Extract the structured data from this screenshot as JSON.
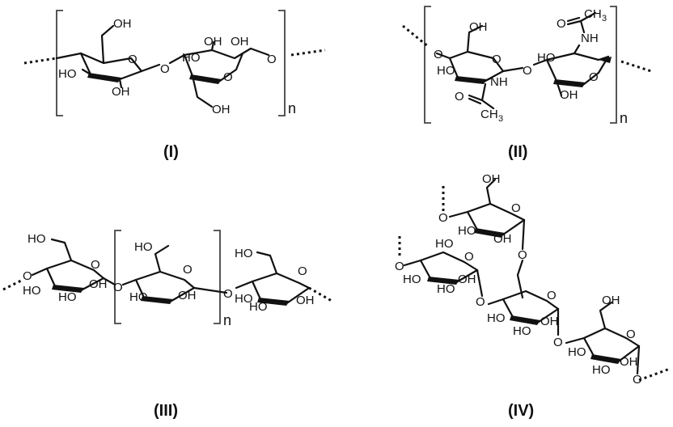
{
  "captions": {
    "I": "(I)",
    "II": "(II)",
    "III": "(III)",
    "IV": "(IV)"
  },
  "atoms": {
    "OH": "OH",
    "HO": "HO",
    "O": "O",
    "NH": "NH",
    "CH": "CH",
    "sub3": "3",
    "n": "n"
  }
}
